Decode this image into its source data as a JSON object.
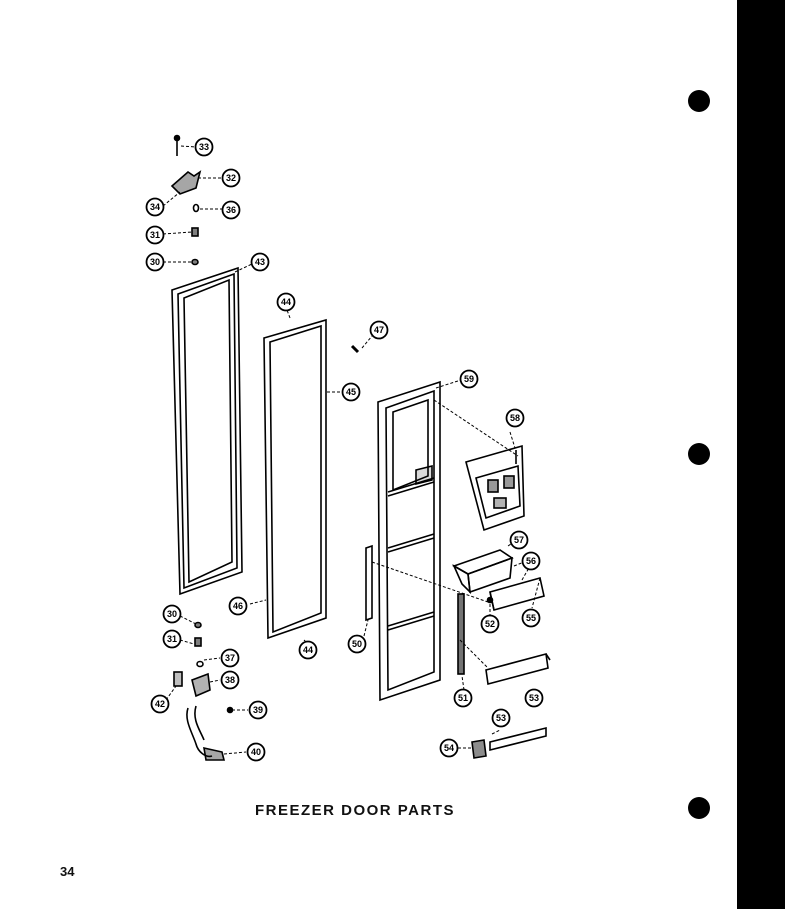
{
  "caption": "FREEZER DOOR PARTS",
  "page_number": "34",
  "callouts": [
    {
      "id": "c33",
      "label": "33"
    },
    {
      "id": "c32",
      "label": "32"
    },
    {
      "id": "c34",
      "label": "34"
    },
    {
      "id": "c36",
      "label": "36"
    },
    {
      "id": "c31a",
      "label": "31"
    },
    {
      "id": "c30a",
      "label": "30"
    },
    {
      "id": "c43",
      "label": "43"
    },
    {
      "id": "c44a",
      "label": "44"
    },
    {
      "id": "c47",
      "label": "47"
    },
    {
      "id": "c45",
      "label": "45"
    },
    {
      "id": "c59",
      "label": "59"
    },
    {
      "id": "c58",
      "label": "58"
    },
    {
      "id": "c57",
      "label": "57"
    },
    {
      "id": "c56",
      "label": "56"
    },
    {
      "id": "c55",
      "label": "55"
    },
    {
      "id": "c46",
      "label": "46"
    },
    {
      "id": "c44b",
      "label": "44"
    },
    {
      "id": "c50",
      "label": "50"
    },
    {
      "id": "c52",
      "label": "52"
    },
    {
      "id": "c53a",
      "label": "53"
    },
    {
      "id": "c51",
      "label": "51"
    },
    {
      "id": "c53b",
      "label": "53"
    },
    {
      "id": "c54",
      "label": "54"
    },
    {
      "id": "c30b",
      "label": "30"
    },
    {
      "id": "c31b",
      "label": "31"
    },
    {
      "id": "c37",
      "label": "37"
    },
    {
      "id": "c38",
      "label": "38"
    },
    {
      "id": "c42",
      "label": "42"
    },
    {
      "id": "c39",
      "label": "39"
    },
    {
      "id": "c40",
      "label": "40"
    }
  ]
}
